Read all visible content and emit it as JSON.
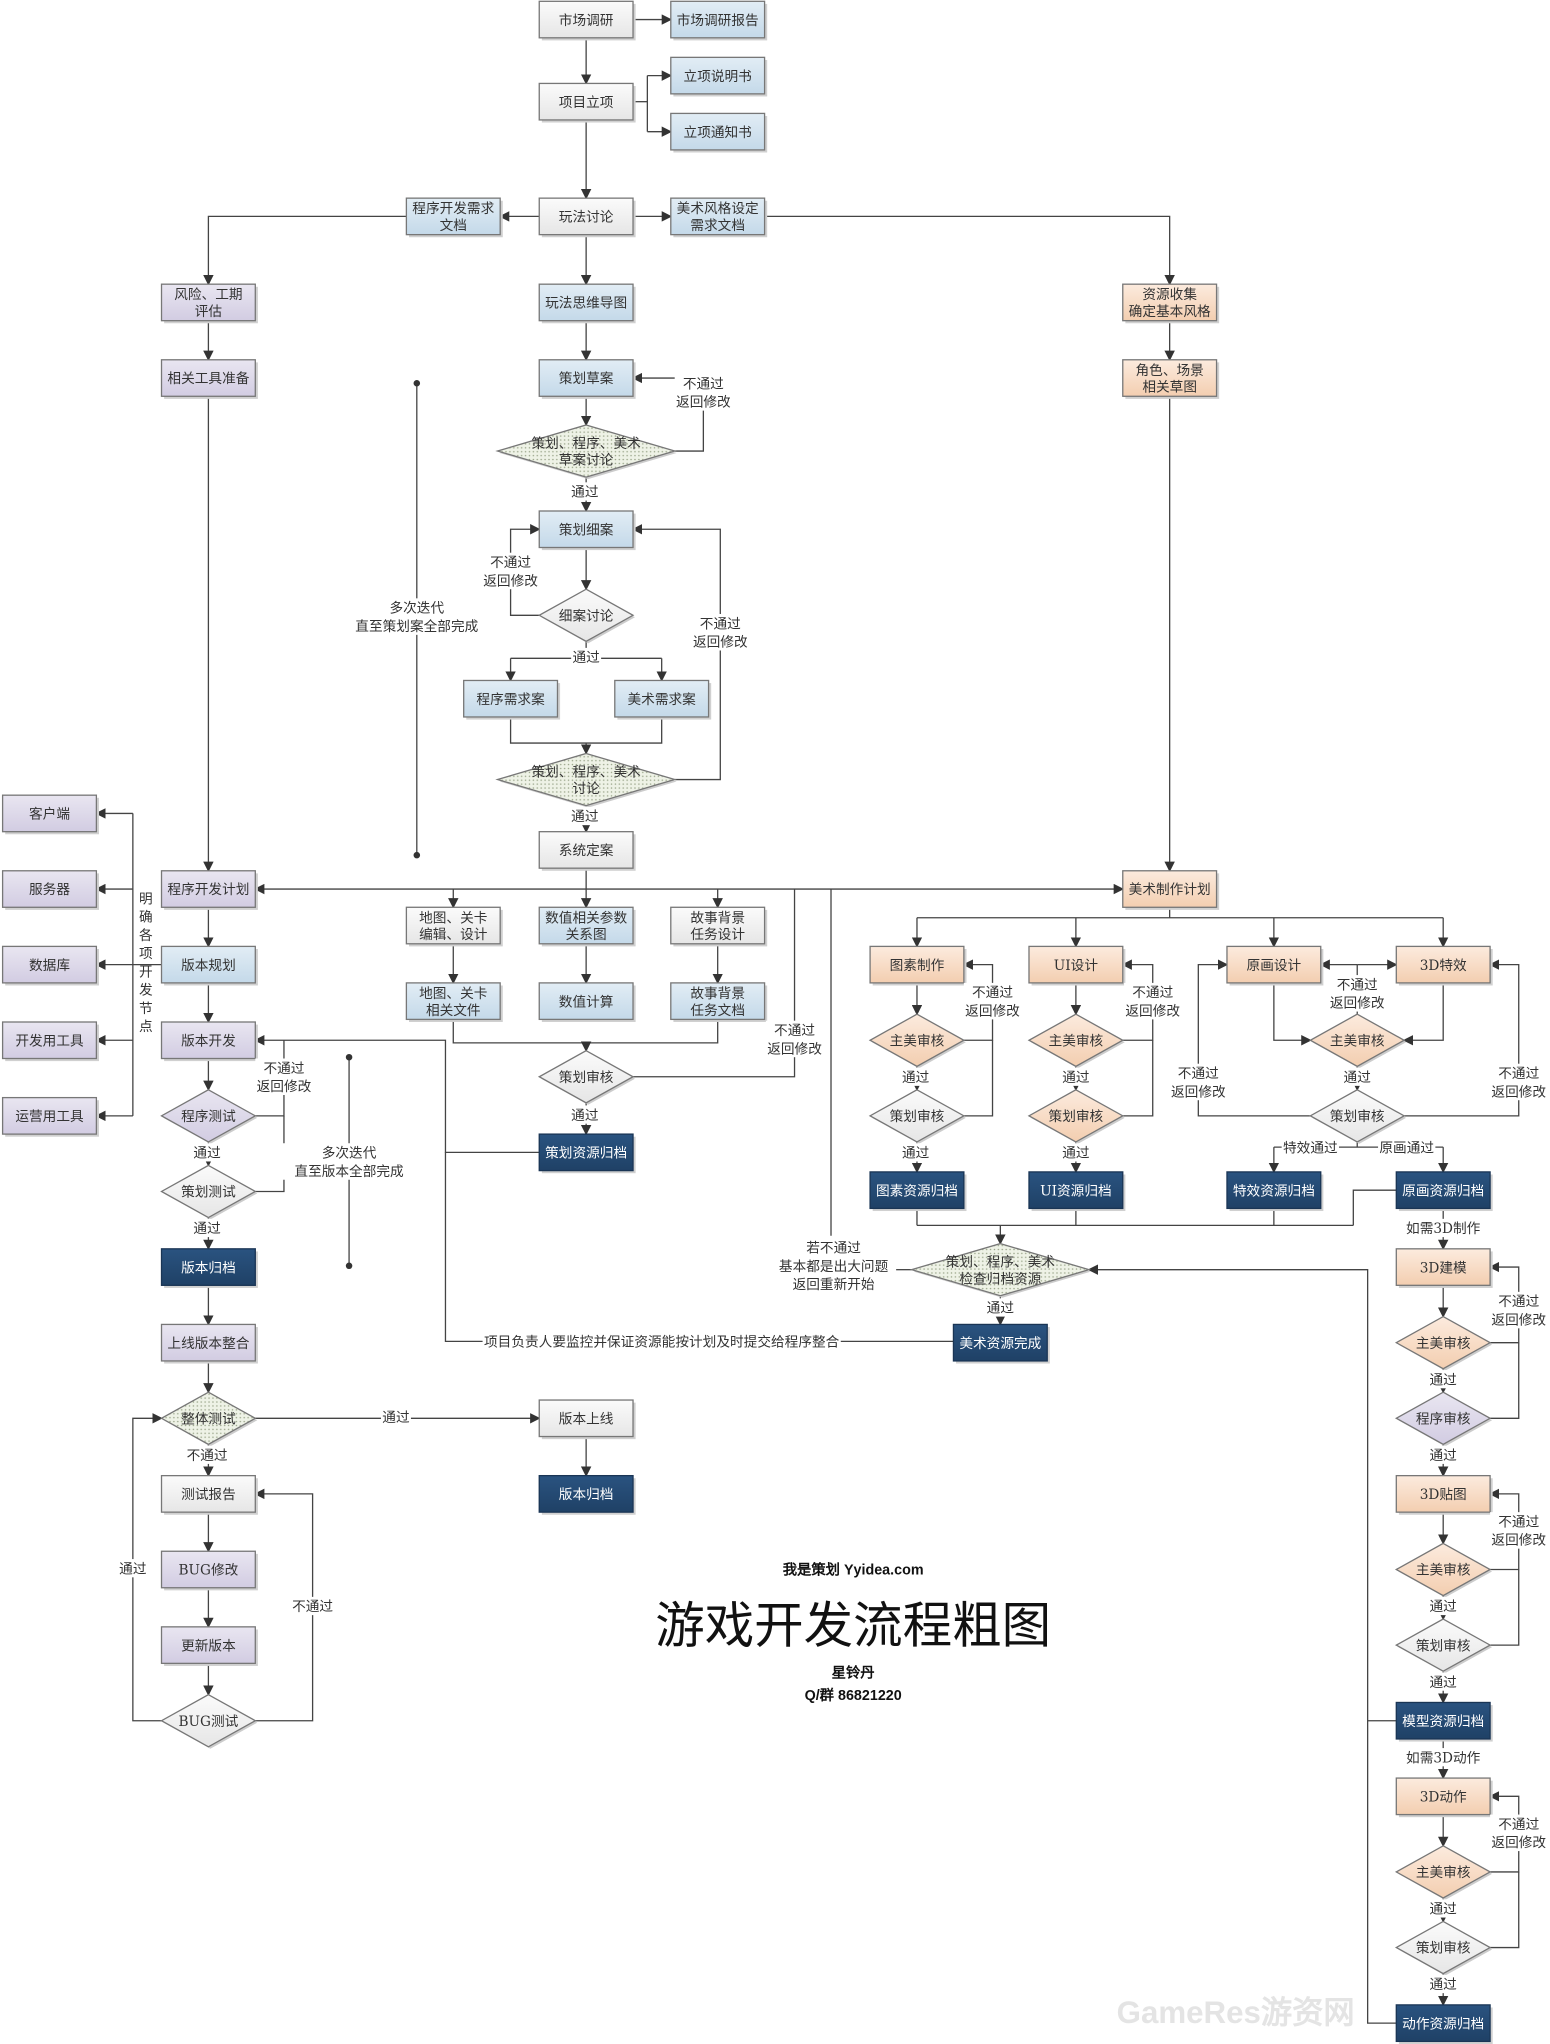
{
  "colors": {
    "neutral": "#f2f2f2",
    "blue": "#d3e3ef",
    "purple": "#dcd7e9",
    "orange": "#f8dcc6",
    "dark": "#264b73",
    "discussion": "#e6ecdc",
    "line": "#444444"
  },
  "nodes": {
    "n1": {
      "label": [
        "市场调研"
      ],
      "style": "neutral"
    },
    "n2": {
      "label": [
        "市场调研报告"
      ],
      "style": "blue"
    },
    "n3": {
      "label": [
        "项目立项"
      ],
      "style": "neutral"
    },
    "n4": {
      "label": [
        "立项说明书"
      ],
      "style": "blue"
    },
    "n5": {
      "label": [
        "立项通知书"
      ],
      "style": "blue"
    },
    "n6": {
      "label": [
        "玩法讨论"
      ],
      "style": "neutral"
    },
    "n7": {
      "label": [
        "程序开发需求",
        "文档"
      ],
      "style": "blue"
    },
    "n8": {
      "label": [
        "美术风格设定",
        "需求文档"
      ],
      "style": "blue"
    },
    "n9": {
      "label": [
        "风险、工期",
        "评估"
      ],
      "style": "purple"
    },
    "n10": {
      "label": [
        "玩法思维导图"
      ],
      "style": "blue"
    },
    "n11": {
      "label": [
        "资源收集",
        "确定基本风格"
      ],
      "style": "orange"
    },
    "n12": {
      "label": [
        "相关工具准备"
      ],
      "style": "purple"
    },
    "n13": {
      "label": [
        "策划草案"
      ],
      "style": "blue"
    },
    "n14": {
      "label": [
        "角色、场景",
        "相关草图"
      ],
      "style": "orange"
    },
    "d1": {
      "label": [
        "策划、程序、美术",
        "草案讨论"
      ],
      "style": "discussion",
      "shape": "diamond"
    },
    "n15": {
      "label": [
        "策划细案"
      ],
      "style": "blue"
    },
    "d2": {
      "label": [
        "细案讨论"
      ],
      "style": "neutral",
      "shape": "diamond"
    },
    "n16": {
      "label": [
        "程序需求案"
      ],
      "style": "blue"
    },
    "n17": {
      "label": [
        "美术需求案"
      ],
      "style": "blue"
    },
    "d3": {
      "label": [
        "策划、程序、美术",
        "讨论"
      ],
      "style": "discussion",
      "shape": "diamond"
    },
    "n18": {
      "label": [
        "系统定案"
      ],
      "style": "neutral"
    },
    "n19": {
      "label": [
        "程序开发计划"
      ],
      "style": "purple"
    },
    "n20": {
      "label": [
        "美术制作计划"
      ],
      "style": "orange"
    },
    "n21": {
      "label": [
        "地图、关卡",
        "编辑、设计"
      ],
      "style": "neutral"
    },
    "n22": {
      "label": [
        "数值相关参数",
        "关系图"
      ],
      "style": "blue"
    },
    "n23": {
      "label": [
        "故事背景",
        "任务设计"
      ],
      "style": "neutral"
    },
    "n24": {
      "label": [
        "地图、关卡",
        "相关文件"
      ],
      "style": "blue"
    },
    "n25": {
      "label": [
        "数值计算"
      ],
      "style": "blue"
    },
    "n26": {
      "label": [
        "故事背景",
        "任务文档"
      ],
      "style": "blue"
    },
    "d4": {
      "label": [
        "策划审核"
      ],
      "style": "neutral",
      "shape": "diamond"
    },
    "n27": {
      "label": [
        "策划资源归档"
      ],
      "style": "dark"
    },
    "n28": {
      "label": [
        "版本规划"
      ],
      "style": "blue"
    },
    "n29": {
      "label": [
        "版本开发"
      ],
      "style": "purple"
    },
    "d5": {
      "label": [
        "程序测试"
      ],
      "style": "purple",
      "shape": "diamond"
    },
    "d6": {
      "label": [
        "策划测试"
      ],
      "style": "neutral",
      "shape": "diamond"
    },
    "n30": {
      "label": [
        "版本归档"
      ],
      "style": "dark"
    },
    "n31": {
      "label": [
        "上线版本整合"
      ],
      "style": "purple"
    },
    "d7": {
      "label": [
        "整体测试"
      ],
      "style": "discussion",
      "shape": "diamond"
    },
    "n32": {
      "label": [
        "版本上线"
      ],
      "style": "neutral"
    },
    "n33": {
      "label": [
        "版本归档"
      ],
      "style": "dark"
    },
    "n34": {
      "label": [
        "测试报告"
      ],
      "style": "neutral"
    },
    "n35": {
      "label": [
        "BUG修改"
      ],
      "style": "purple"
    },
    "n36": {
      "label": [
        "更新版本"
      ],
      "style": "purple"
    },
    "d8": {
      "label": [
        "BUG测试"
      ],
      "style": "neutral",
      "shape": "diamond"
    },
    "c1": {
      "label": [
        "客户端"
      ],
      "style": "purple"
    },
    "c2": {
      "label": [
        "服务器"
      ],
      "style": "purple"
    },
    "c3": {
      "label": [
        "数据库"
      ],
      "style": "purple"
    },
    "c4": {
      "label": [
        "开发用工具"
      ],
      "style": "purple"
    },
    "c5": {
      "label": [
        "运营用工具"
      ],
      "style": "purple"
    },
    "n37": {
      "label": [
        "图素制作"
      ],
      "style": "orange"
    },
    "n38": {
      "label": [
        "UI设计"
      ],
      "style": "orange"
    },
    "n39": {
      "label": [
        "原画设计"
      ],
      "style": "orange"
    },
    "n40": {
      "label": [
        "3D特效"
      ],
      "style": "orange"
    },
    "d9": {
      "label": [
        "主美审核"
      ],
      "style": "orange",
      "shape": "diamond"
    },
    "d10": {
      "label": [
        "策划审核"
      ],
      "style": "neutral",
      "shape": "diamond"
    },
    "d11": {
      "label": [
        "主美审核"
      ],
      "style": "orange",
      "shape": "diamond"
    },
    "d12": {
      "label": [
        "策划审核"
      ],
      "style": "orange",
      "shape": "diamond"
    },
    "d13": {
      "label": [
        "主美审核"
      ],
      "style": "orange",
      "shape": "diamond"
    },
    "d14": {
      "label": [
        "策划审核"
      ],
      "style": "neutral",
      "shape": "diamond"
    },
    "n41": {
      "label": [
        "图素资源归档"
      ],
      "style": "dark"
    },
    "n42": {
      "label": [
        "UI资源归档"
      ],
      "style": "dark"
    },
    "n43": {
      "label": [
        "特效资源归档"
      ],
      "style": "dark"
    },
    "n44": {
      "label": [
        "原画资源归档"
      ],
      "style": "dark"
    },
    "d15": {
      "label": [
        "策划、程序、美术",
        "检查归档资源"
      ],
      "style": "discussion",
      "shape": "diamond"
    },
    "n45": {
      "label": [
        "美术资源完成"
      ],
      "style": "dark"
    },
    "n46": {
      "label": [
        "3D建模"
      ],
      "style": "orange"
    },
    "d16": {
      "label": [
        "主美审核"
      ],
      "style": "orange",
      "shape": "diamond"
    },
    "d17": {
      "label": [
        "程序审核"
      ],
      "style": "purple",
      "shape": "diamond"
    },
    "n47": {
      "label": [
        "3D贴图"
      ],
      "style": "orange"
    },
    "d18": {
      "label": [
        "主美审核"
      ],
      "style": "orange",
      "shape": "diamond"
    },
    "d19": {
      "label": [
        "策划审核"
      ],
      "style": "neutral",
      "shape": "diamond"
    },
    "n48": {
      "label": [
        "模型资源归档"
      ],
      "style": "dark"
    },
    "n49": {
      "label": [
        "3D动作"
      ],
      "style": "orange"
    },
    "d20": {
      "label": [
        "主美审核"
      ],
      "style": "orange",
      "shape": "diamond"
    },
    "d21": {
      "label": [
        "策划审核"
      ],
      "style": "neutral",
      "shape": "diamond"
    },
    "n50": {
      "label": [
        "动作资源归档"
      ],
      "style": "dark"
    }
  },
  "edge_labels": [
    [
      "不通过",
      "返回修改"
    ],
    [
      "通过"
    ],
    [
      "不通过",
      "返回修改"
    ],
    [
      "通过"
    ],
    [
      "不通过",
      "返回修改"
    ],
    [
      "通过"
    ],
    [
      "不通过",
      "返回修改"
    ],
    [
      "通过"
    ],
    [
      "不通过",
      "返回修改"
    ],
    [
      "通过"
    ],
    [
      "通过"
    ],
    [
      "通过"
    ],
    [
      "不通过"
    ],
    [
      "通过"
    ],
    [
      "不通过"
    ],
    [
      "不通过",
      "返回修改"
    ],
    [
      "通过"
    ],
    [
      "通过"
    ],
    [
      "不通过",
      "返回修改"
    ],
    [
      "通过"
    ],
    [
      "通过"
    ],
    [
      "不通过",
      "返回修改"
    ],
    [
      "通过"
    ],
    [
      "不通过",
      "返回修改"
    ],
    [
      "不通过",
      "返回修改"
    ],
    [
      "特效通过"
    ],
    [
      "原画通过"
    ],
    [
      "通过"
    ],
    [
      "如需3D制作"
    ],
    [
      "不通过",
      "返回修改"
    ],
    [
      "通过"
    ],
    [
      "通过"
    ],
    [
      "不通过",
      "返回修改"
    ],
    [
      "通过"
    ],
    [
      "通过"
    ],
    [
      "如需3D动作"
    ],
    [
      "不通过",
      "返回修改"
    ],
    [
      "通过"
    ],
    [
      "通过"
    ],
    [
      "项目负责人要监控并保证资源能按计划及时提交给程序整合"
    ],
    [
      "若不通过",
      "基本都是出大问题",
      "返回重新开始"
    ]
  ],
  "annotations": {
    "iterate_plan": [
      "多次迭代",
      "直至策划案全部完成"
    ],
    "iterate_version": [
      "多次迭代",
      "直至版本全部完成"
    ],
    "dev_nodes": "明确各项开发节点"
  },
  "title_block": {
    "author_site": "我是策划 Yyidea.com",
    "title": "游戏开发流程粗图",
    "author": "星铃丹",
    "contact": "Q/群 86821220"
  },
  "watermark": "GameRes游资网"
}
